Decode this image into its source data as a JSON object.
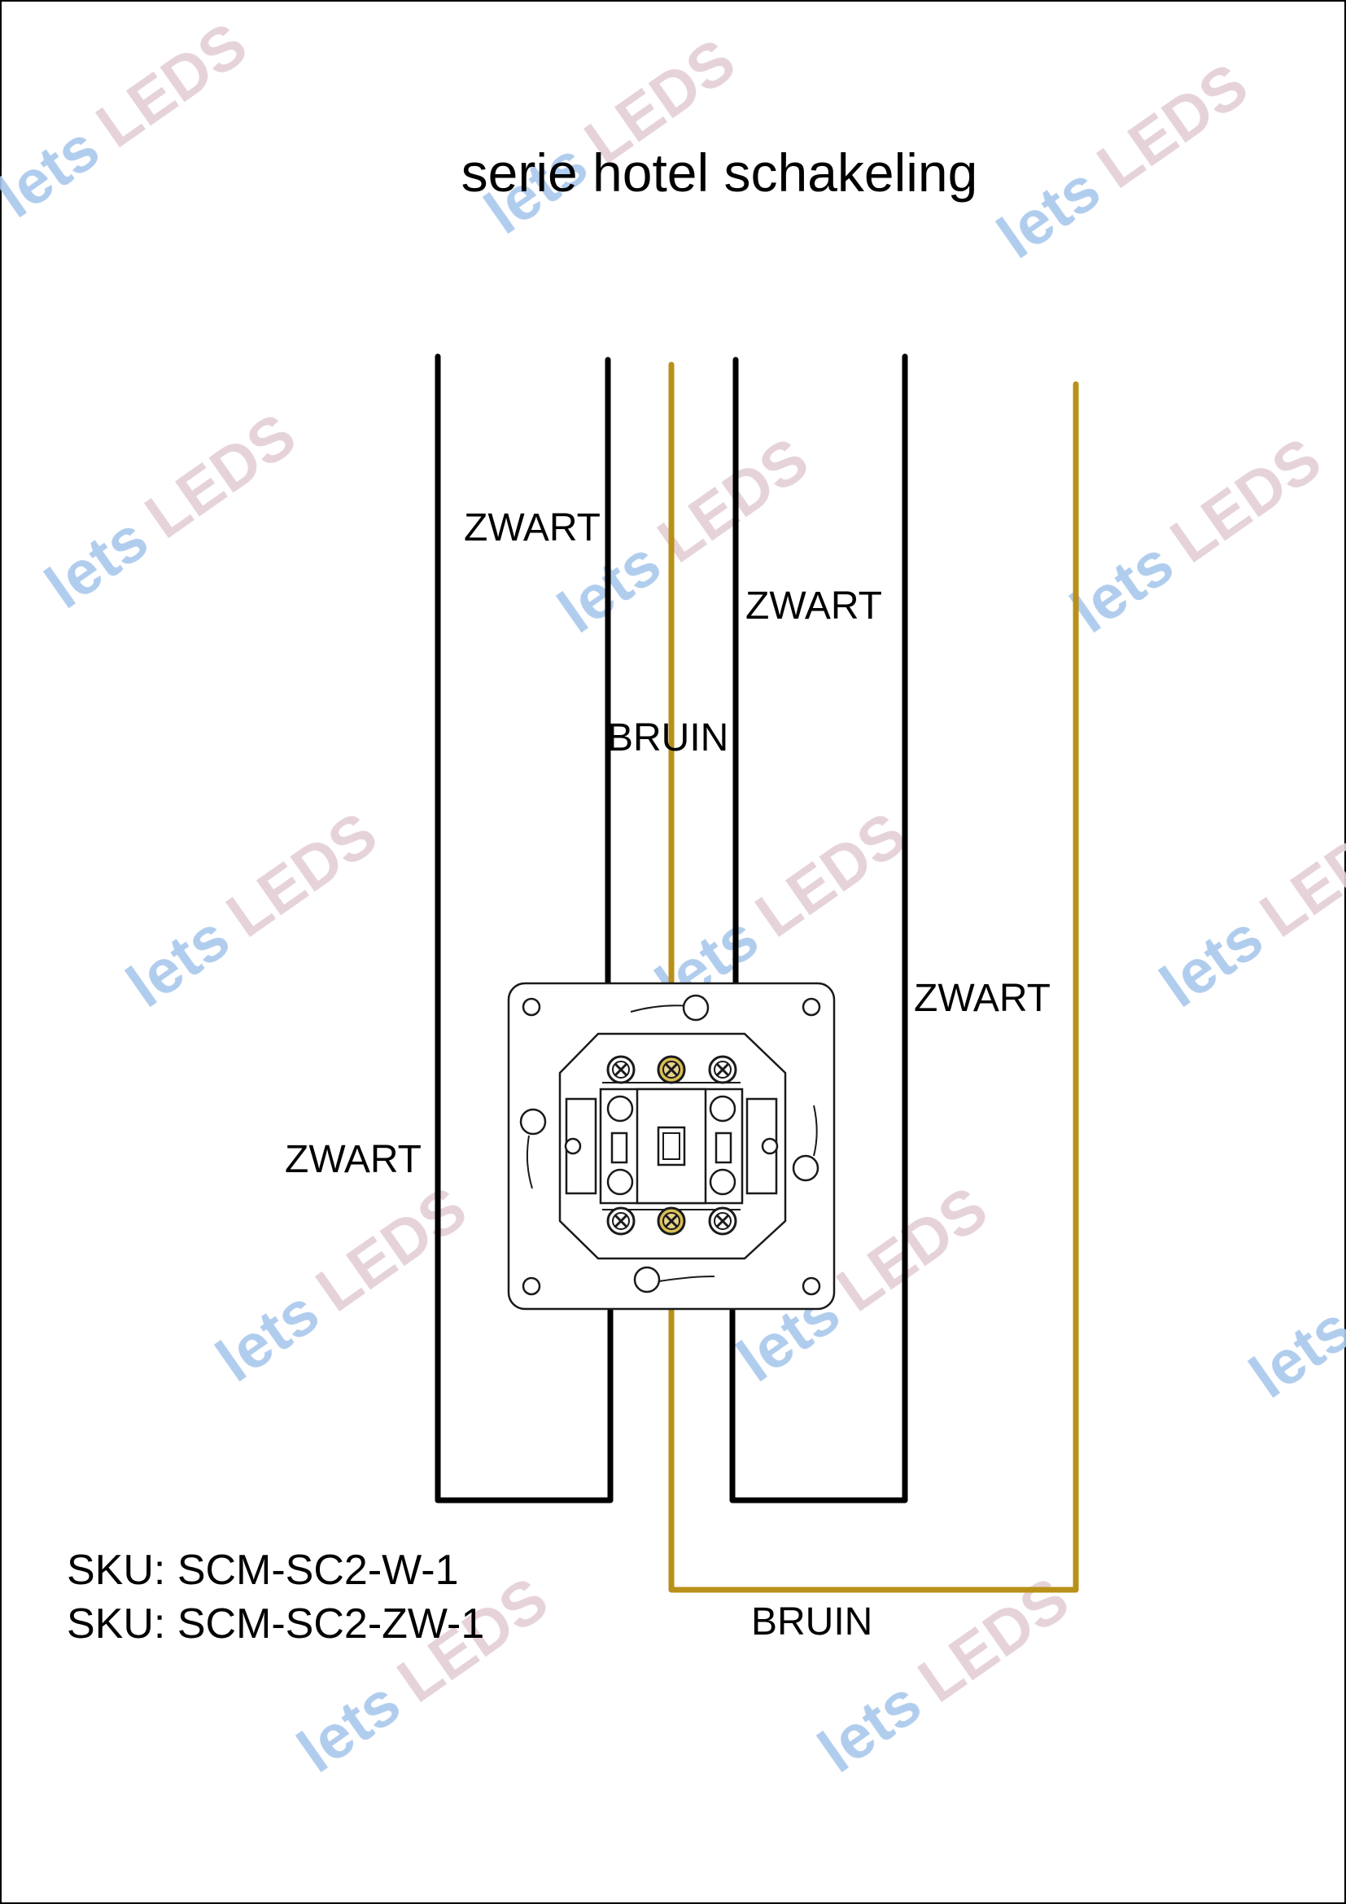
{
  "title": "serie hotel schakeling",
  "wire_labels": {
    "zwart_top_left": "ZWART",
    "zwart_top_mid": "ZWART",
    "bruin_mid": "BRUIN",
    "zwart_right": "ZWART",
    "zwart_left": "ZWART",
    "bruin_bottom": "BRUIN"
  },
  "sku_lines": [
    "SKU: SCM-SC2-W-1",
    "SKU: SCM-SC2-ZW-1"
  ],
  "watermark": "letsLEDS",
  "colors": {
    "zwart": "#000000",
    "bruin": "#b8901a",
    "watermark_blue": "#a9c8ec",
    "watermark_pink": "#e4cfd6"
  },
  "component": {
    "name": "double hotel switch insert",
    "terminals": 6
  }
}
